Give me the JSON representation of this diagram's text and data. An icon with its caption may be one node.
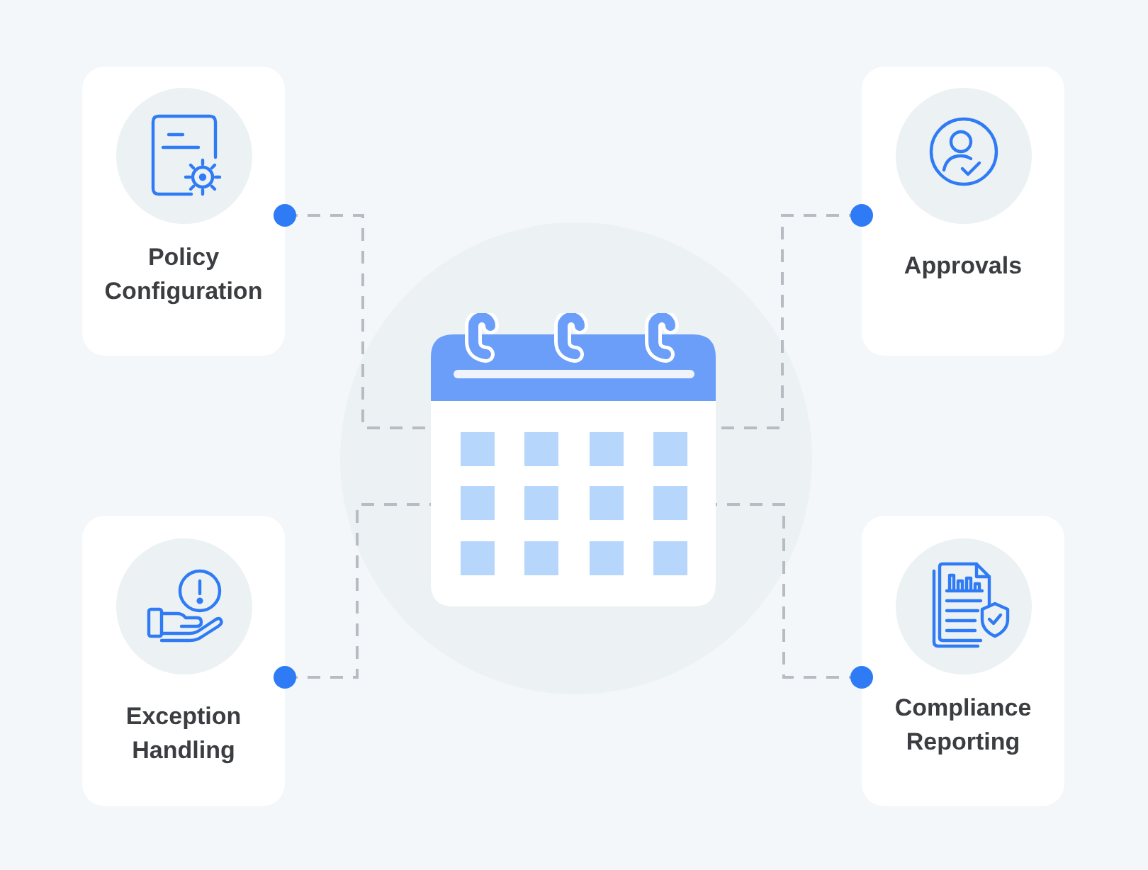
{
  "diagram": {
    "nodes": [
      {
        "text": [
          "Policy Configuration"
        ]
      },
      {
        "text": [
          "Approvals"
        ]
      },
      {
        "text": [],
        "shape": "picture"
      },
      {
        "text": [
          "Exception Handling"
        ]
      },
      {
        "text": [
          "Compliance Reporting"
        ]
      }
    ],
    "edges": [
      {
        "from": 0,
        "to": 2,
        "arrow": "other",
        "style": "dashed"
      },
      {
        "from": 1,
        "to": 2,
        "arrow": "other",
        "style": "dashed"
      },
      {
        "from": 3,
        "to": 2,
        "arrow": "other",
        "style": "dashed"
      },
      {
        "from": 4,
        "to": 2,
        "arrow": "other",
        "style": "dashed"
      }
    ]
  }
}
